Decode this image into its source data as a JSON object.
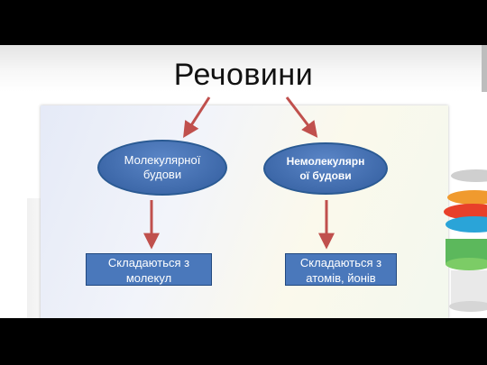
{
  "slide": {
    "title": "Речовини"
  },
  "diagram": {
    "node_molecular": "Молекулярної будови",
    "node_nonmolecular": "Немолекулярної будови",
    "result_molecular": "Складаються з молекул",
    "result_nonmolecular": "Складаються з атомів, йонів"
  },
  "colors": {
    "node_fill": "#3e69aa",
    "arrow": "#c0504d",
    "background": "#000000"
  }
}
